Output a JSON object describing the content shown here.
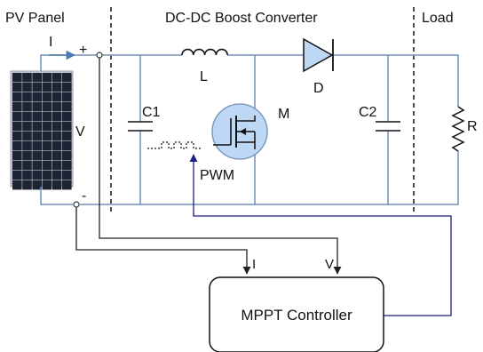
{
  "sections": {
    "pv_panel": "PV Panel",
    "converter": "DC-DC Boost Converter",
    "load": "Load"
  },
  "pv": {
    "current_label": "I",
    "voltage_label": "V",
    "plus_label": "+",
    "minus_label": "-"
  },
  "components": {
    "inductor": "L",
    "diode": "D",
    "mosfet": "M",
    "input_capacitor": "C1",
    "output_capacitor": "C2",
    "resistor": "R",
    "pwm": "PWM"
  },
  "controller": {
    "title": "MPPT Controller",
    "current_input": "I",
    "voltage_input": "V"
  },
  "colors": {
    "power_wire": "#7090b8",
    "signal_wire": "#222222",
    "pwm_wire": "#1b1f80",
    "mosfet_fill": "#bcd8f4",
    "panel_cell": "#1c2434",
    "panel_frame": "#c0c4cc"
  },
  "icons": [
    "solar-panel-icon",
    "inductor-icon",
    "diode-icon",
    "mosfet-icon",
    "capacitor-icon",
    "resistor-icon",
    "pwm-pulse-icon"
  ]
}
